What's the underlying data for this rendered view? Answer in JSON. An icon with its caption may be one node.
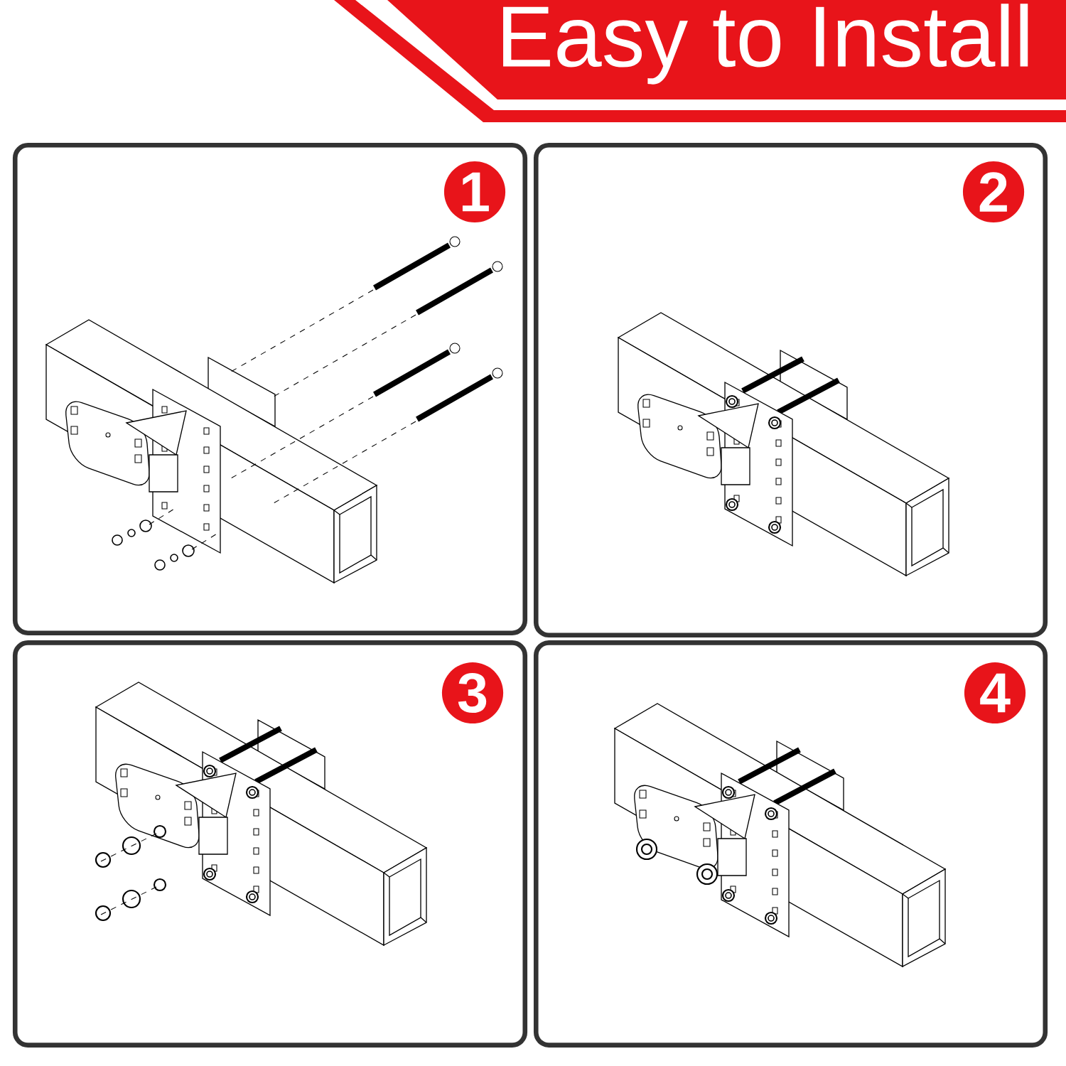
{
  "diagram": {
    "title": "Easy to Install",
    "nodes": [
      {
        "text": [],
        "shape": "box"
      },
      {
        "text": [
          "1"
        ],
        "in": 0
      },
      {
        "text": [],
        "shape": "box"
      },
      {
        "text": [
          "2"
        ],
        "in": 2
      },
      {
        "text": [],
        "shape": "box"
      },
      {
        "text": [
          "3"
        ],
        "in": 4
      },
      {
        "text": [],
        "shape": "box"
      },
      {
        "text": [
          "4"
        ],
        "in": 6
      }
    ]
  }
}
